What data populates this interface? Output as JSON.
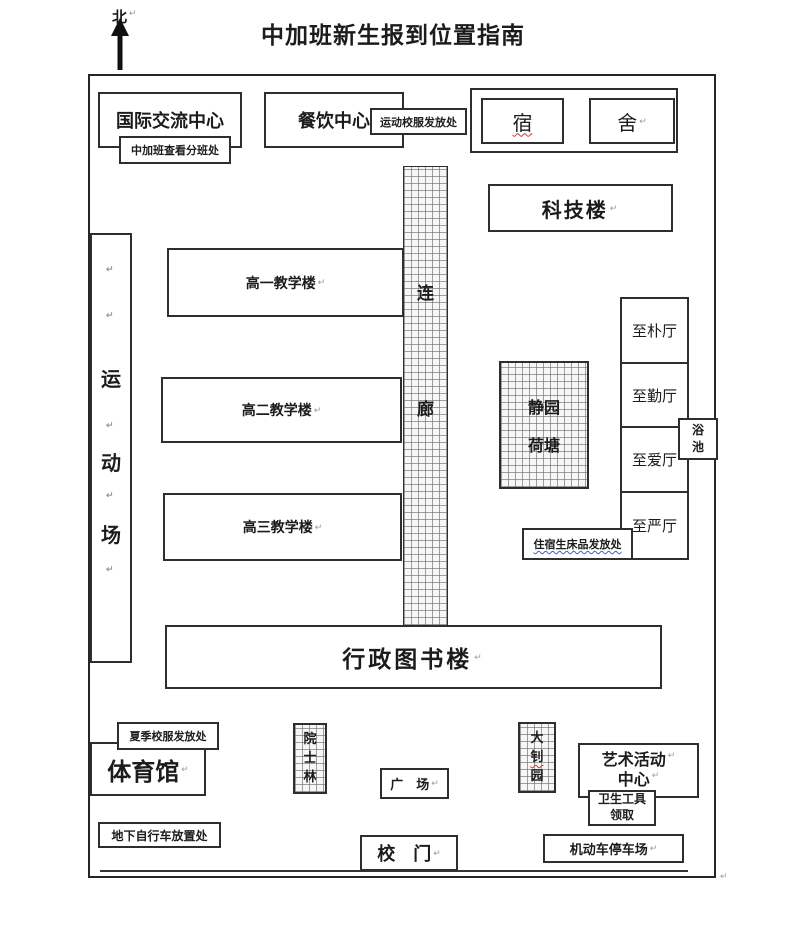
{
  "title": "中加班新生报到位置指南",
  "compass": {
    "label": "北"
  },
  "misc": {
    "pmark": "↵"
  },
  "buildings": {
    "intl_center": "国际交流中心",
    "class_assignment": "中加班查看分班处",
    "dining": "餐饮中心",
    "sport_uniform": "运动校服发放处",
    "dorm_left": "宿",
    "dorm_right": "舍",
    "tech": "科技楼",
    "sports_field": [
      "运",
      "动",
      "场"
    ],
    "grade1": "高一教学楼",
    "grade2": "高二教学楼",
    "grade3": "高三教学楼",
    "corridor": [
      "连",
      "廊"
    ],
    "pond_line1": "静园",
    "pond_line2": "荷塘",
    "hall_pu": "至朴厅",
    "hall_qin": "至勤厅",
    "hall_ai": "至爱厅",
    "hall_yan": "至严厅",
    "bath": [
      "浴",
      "池"
    ],
    "bedding": "住宿生床品发放处",
    "admin_library": "行政图书楼",
    "summer_uniform": "夏季校服发放处",
    "gym": "体育馆",
    "bike_storage": "地下自行车放置处",
    "academician_grove": [
      "院",
      "士",
      "林"
    ],
    "plaza": "广　场",
    "dazhao": [
      "大",
      "钊",
      "园"
    ],
    "art_center_line1": "艺术活动",
    "art_center_line2": "中心",
    "sanitary_line1": "卫生工具",
    "sanitary_line2": "领取",
    "gate": "校　门",
    "parking": "机动车停车场"
  },
  "colors": {
    "line": "#2e2e2e",
    "spell_error": "#d63434",
    "grammar_error": "#3b5bdb"
  }
}
